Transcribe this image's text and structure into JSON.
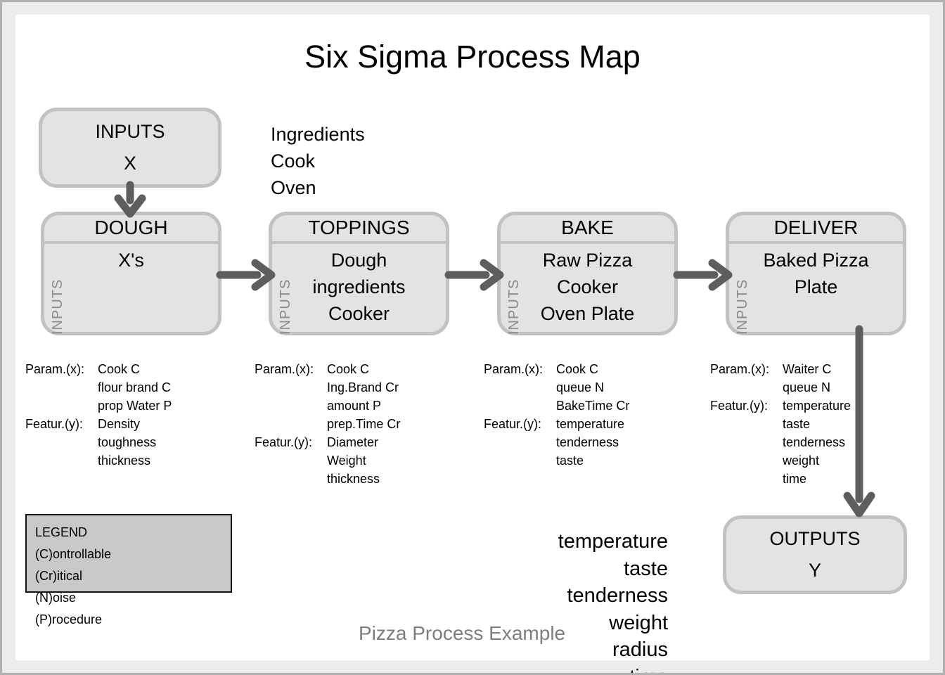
{
  "title": "Six Sigma Process Map",
  "caption": "Pizza Process Example",
  "top_list": [
    "Ingredients",
    "Cook",
    "Oven"
  ],
  "inputs_box": {
    "title": "INPUTS",
    "symbol": "X"
  },
  "outputs_box": {
    "title": "OUTPUTS",
    "symbol": "Y"
  },
  "labels": {
    "params": "Param.(x):",
    "features": "Featur.(y):",
    "side": "INPUTS"
  },
  "stages": [
    {
      "name": "DOUGH",
      "body": [
        "X's"
      ],
      "params": [
        "Cook C",
        "flour brand C",
        "prop Water P"
      ],
      "features": [
        "Density",
        "toughness",
        "thickness"
      ]
    },
    {
      "name": "TOPPINGS",
      "body": [
        "Dough",
        "ingredients",
        "Cooker"
      ],
      "params": [
        "Cook C",
        "Ing.Brand Cr",
        "amount P",
        "prep.Time Cr"
      ],
      "features": [
        "Diameter",
        "Weight",
        "thickness"
      ]
    },
    {
      "name": "BAKE",
      "body": [
        "Raw Pizza",
        "Cooker",
        "Oven Plate"
      ],
      "params": [
        "Cook C",
        "queue N",
        "BakeTime Cr"
      ],
      "features": [
        "temperature",
        "tenderness",
        "taste"
      ]
    },
    {
      "name": "DELIVER",
      "body": [
        "Baked Pizza",
        "Plate"
      ],
      "params": [
        "Waiter C",
        "queue N"
      ],
      "features": [
        "temperature",
        "taste",
        "tenderness",
        "weight",
        "time"
      ]
    }
  ],
  "legend": {
    "title": "LEGEND",
    "items": [
      "(C)ontrollable",
      "(Cr)itical",
      "(N)oise",
      "(P)rocedure"
    ]
  },
  "output_list": [
    "temperature",
    "taste",
    "tenderness",
    "weight",
    "radius",
    "time"
  ],
  "colors": {
    "arrow": "#5e5e5e",
    "box_fill": "#e3e3e3",
    "box_border": "#c2c2c2",
    "legend_fill": "#c9c9c9",
    "muted_text": "#8a8a8a",
    "frame_border": "#b1b1b1",
    "page_margin": "#ececec"
  }
}
